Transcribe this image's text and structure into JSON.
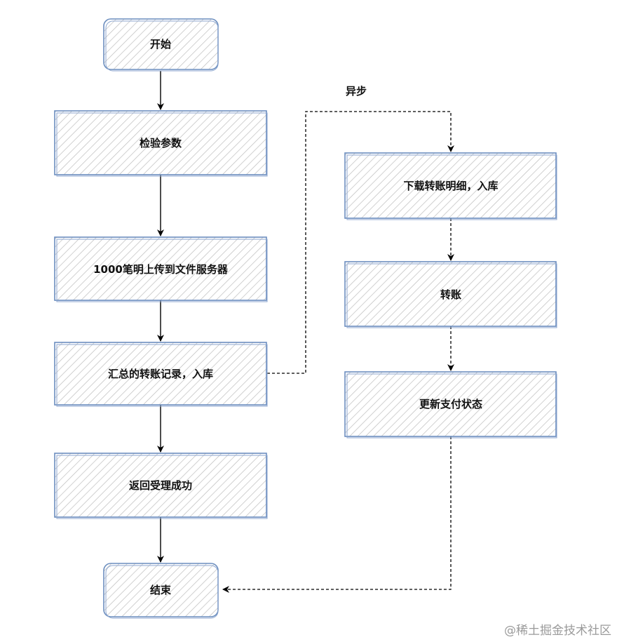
{
  "nodes": {
    "start": "开始",
    "validate": "检验参数",
    "upload": "1000笔明上传到文件服务器",
    "summary": "汇总的转账记录，入库",
    "accepted": "返回受理成功",
    "end": "结束",
    "download": "下载转账明细，入库",
    "transfer": "转账",
    "update_status": "更新支付状态"
  },
  "edge_labels": {
    "async": "异步"
  },
  "watermark": "@稀土掘金技术社区",
  "colors": {
    "box_stroke": "#6c8ebf",
    "hatch": "#b9b9b9",
    "arrow": "#000000"
  }
}
